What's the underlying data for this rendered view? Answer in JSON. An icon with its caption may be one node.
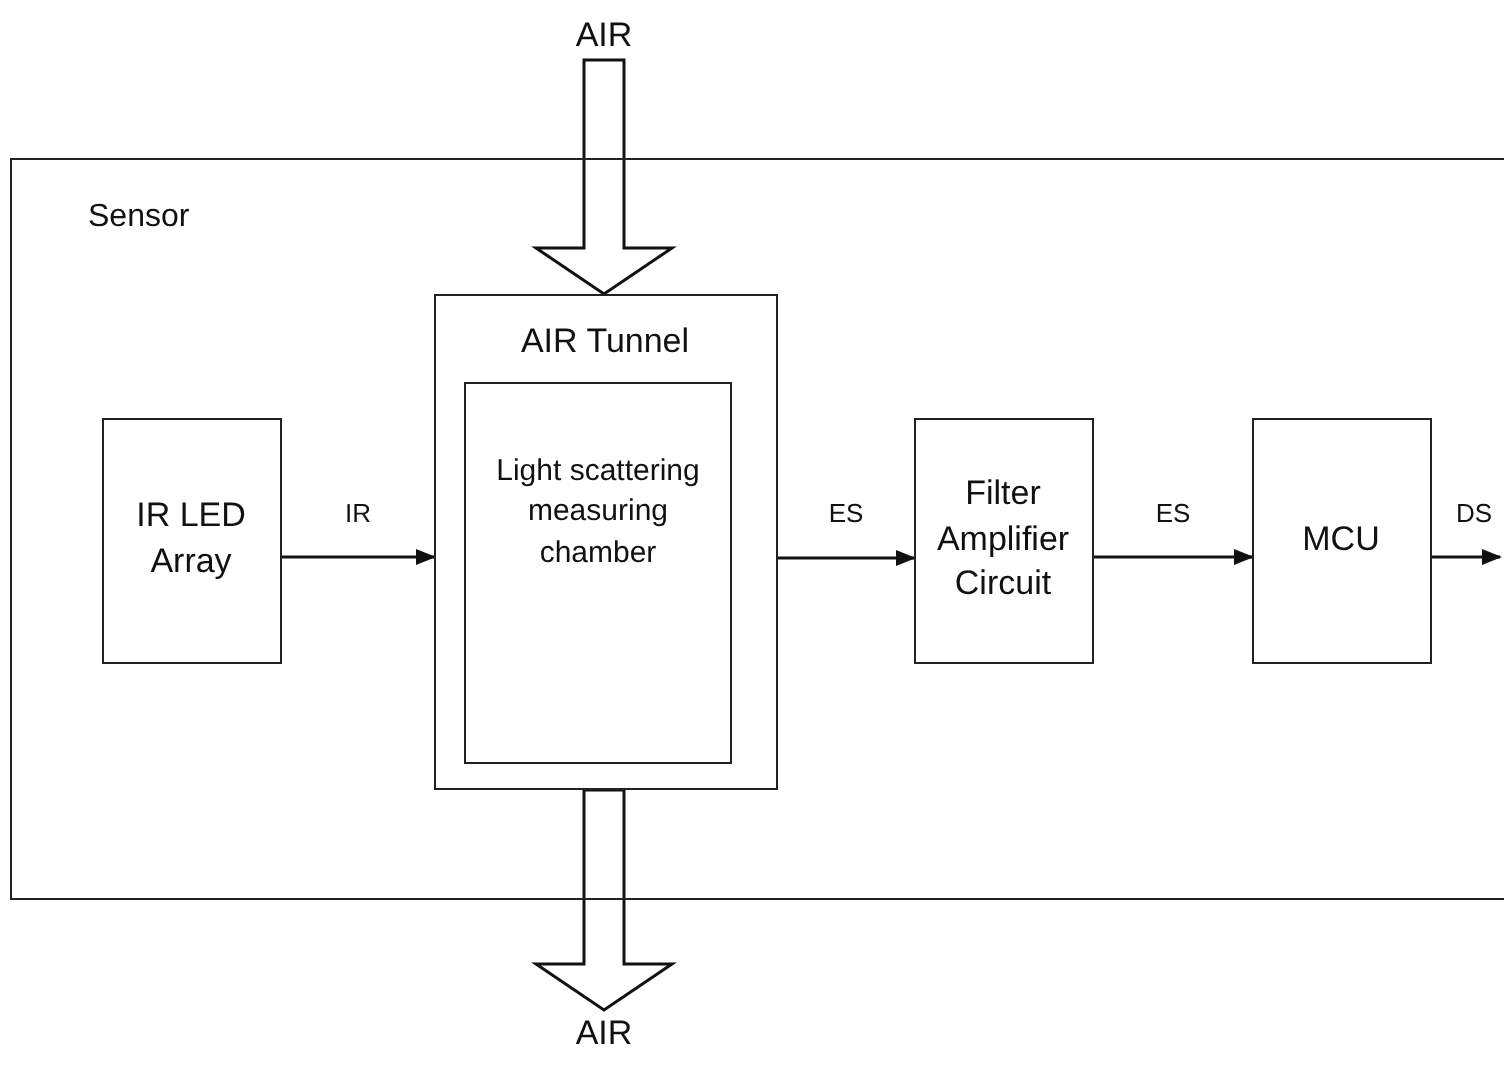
{
  "diagram": {
    "nodes": [
      {
        "text": [
          "Sensor"
        ]
      },
      {
        "text": [
          "IR LED Array"
        ],
        "in": 0
      },
      {
        "text": [
          "AIR Tunnel"
        ],
        "in": 0
      },
      {
        "text": [
          "Light scattering measuring chamber"
        ],
        "in": 2
      },
      {
        "text": [
          "Filter Amplifier Circuit"
        ],
        "in": 0
      },
      {
        "text": [
          "MCU"
        ],
        "in": 0
      },
      {
        "text": [
          "AIR"
        ]
      },
      {
        "text": [
          "AIR"
        ]
      }
    ],
    "edges": [
      {
        "from": 6,
        "to": 2,
        "arrow": "to",
        "style": "thick"
      },
      {
        "from": 1,
        "to": 2,
        "arrow": "to",
        "label": "IR"
      },
      {
        "from": 2,
        "to": 4,
        "arrow": "to",
        "label": "ES"
      },
      {
        "from": 4,
        "to": 5,
        "arrow": "to",
        "label": "ES"
      },
      {
        "from": 5,
        "to": null,
        "arrow": "to",
        "label": "DS"
      },
      {
        "from": 2,
        "to": 7,
        "arrow": "to",
        "style": "thick"
      }
    ]
  }
}
